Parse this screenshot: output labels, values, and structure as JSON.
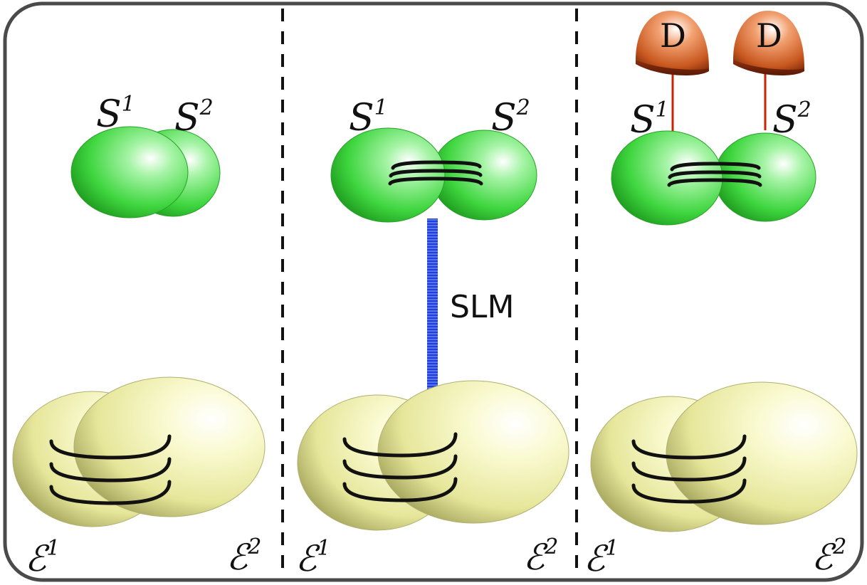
{
  "panels": [
    {
      "system_labels": {
        "s1": "S",
        "s1_sup": "1",
        "s2": "S",
        "s2_sup": "2"
      },
      "env_labels": {
        "e1": "ℰ",
        "e1_sup": "1",
        "e2": "ℰ",
        "e2_sup": "2"
      }
    },
    {
      "system_labels": {
        "s1": "S",
        "s1_sup": "1",
        "s2": "S",
        "s2_sup": "2"
      },
      "env_labels": {
        "e1": "ℰ",
        "e1_sup": "1",
        "e2": "ℰ",
        "e2_sup": "2"
      },
      "connector_label": "SLM"
    },
    {
      "system_labels": {
        "s1": "S",
        "s1_sup": "1",
        "s2": "S",
        "s2_sup": "2"
      },
      "env_labels": {
        "e1": "ℰ",
        "e1_sup": "1",
        "e2": "ℰ",
        "e2_sup": "2"
      },
      "detector_labels": [
        "D",
        "D"
      ]
    }
  ],
  "colors": {
    "system": "#3fd63f",
    "environment": "#eeee9a",
    "slm_bar": "#1f3fd8",
    "detector": "#c8571f",
    "detector_wire": "#cc2200",
    "frame": "#4a4a4a",
    "divider": "#111111"
  }
}
